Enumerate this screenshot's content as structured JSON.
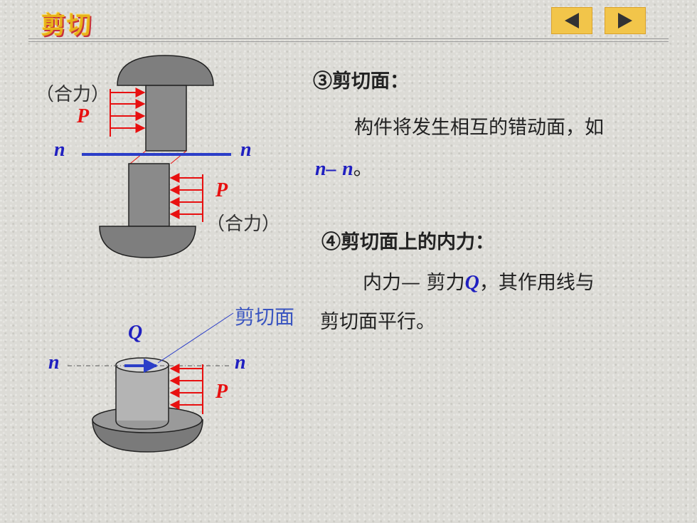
{
  "header": {
    "title": "剪切",
    "prev_label": "◀",
    "next_label": "▶"
  },
  "diagram": {
    "top_left_label": "（合力）",
    "top_bottom_label": "（合力）",
    "force_top": "P",
    "force_bottom": "P",
    "n_left": "n",
    "n_right": "n",
    "shear_plane_label": "剪切面",
    "shear_force": "Q",
    "n2_left": "n",
    "n2_right": "n",
    "force_lower": "P"
  },
  "content": {
    "heading3": "③剪切面：",
    "para1_line1": "构件将发生相互的错动面，如",
    "para1_n1": "n",
    "para1_dash": "–",
    "para1_n2": "n",
    "para1_end": "。",
    "heading4": "④剪切面上的内力：",
    "para2_line1_a": "内力— 剪力",
    "para2_Q": "Q",
    "para2_line1_b": "，其作用线与",
    "para2_line2": "剪切面平行。"
  },
  "colors": {
    "force_arrow": "#e81010",
    "shear_line": "#2b3ec8",
    "rivet_fill": "#8a8a8a",
    "title": "#e8b21a"
  }
}
